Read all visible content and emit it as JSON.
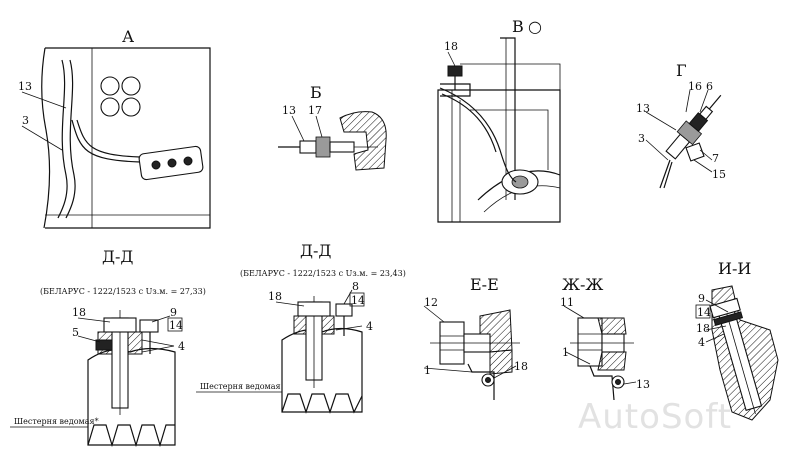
{
  "views": {
    "a": {
      "title": "А",
      "labels": [
        "13",
        "3"
      ]
    },
    "b": {
      "title": "Б",
      "labels": [
        "13",
        "17"
      ]
    },
    "v": {
      "title": "В",
      "rotation_symbol": "○",
      "labels": [
        "18"
      ]
    },
    "g": {
      "title": "Г",
      "labels": [
        "16",
        "6",
        "13",
        "3",
        "7",
        "15"
      ]
    },
    "d1": {
      "title": "Д-Д",
      "note": "(БЕЛАРУС - 1222/1523 с Uз.м. = 27,33)",
      "labels": [
        "18",
        "9",
        "14",
        "5",
        "4"
      ],
      "caption": "Шестерня ведомая*"
    },
    "d2": {
      "title": "Д-Д",
      "note": "(БЕЛАРУС - 1222/1523 с Uз.м. = 23,43)",
      "labels": [
        "18",
        "8",
        "14",
        "4"
      ],
      "caption": "Шестерня ведомая"
    },
    "e": {
      "title": "Е-Е",
      "labels": [
        "12",
        "1",
        "18"
      ]
    },
    "zh": {
      "title": "Ж-Ж",
      "labels": [
        "11",
        "1",
        "13"
      ]
    },
    "i": {
      "title": "И-И",
      "labels": [
        "9",
        "14",
        "18",
        "4"
      ]
    }
  },
  "watermark": "AutoSoft"
}
